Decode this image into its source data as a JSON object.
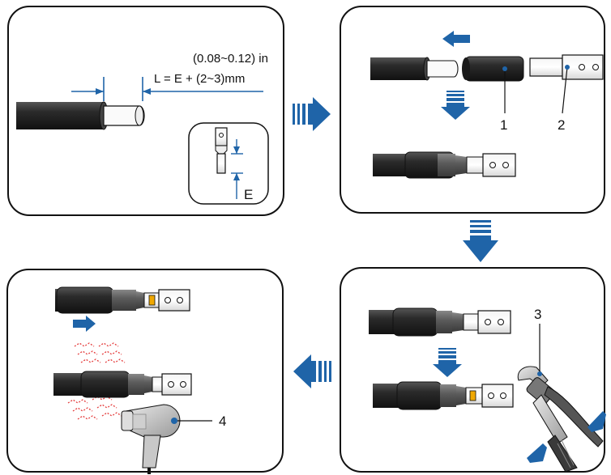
{
  "panel1": {
    "unit_text": "(0.08~0.12) in",
    "formula_text": "L = E + (2~3)mm",
    "inset_label": "E"
  },
  "panel2": {
    "callout_1": "1",
    "callout_2": "2"
  },
  "panel3": {
    "callout_3": "3"
  },
  "panel4": {
    "callout_4": "4"
  },
  "colors": {
    "accent_blue": "#1f64a8",
    "border": "#111111",
    "cable_dark": "#2b2b2b",
    "tube_gray": "#5c5c5c",
    "heat_red": "#e43b3b",
    "terminal_window": "#f0a800"
  },
  "icons": [
    "cable-icon",
    "heat-shrink-tube-icon",
    "terminal-lug-icon",
    "crimping-tool-icon",
    "heat-gun-icon",
    "heat-waves-icon",
    "arrow-icon"
  ]
}
